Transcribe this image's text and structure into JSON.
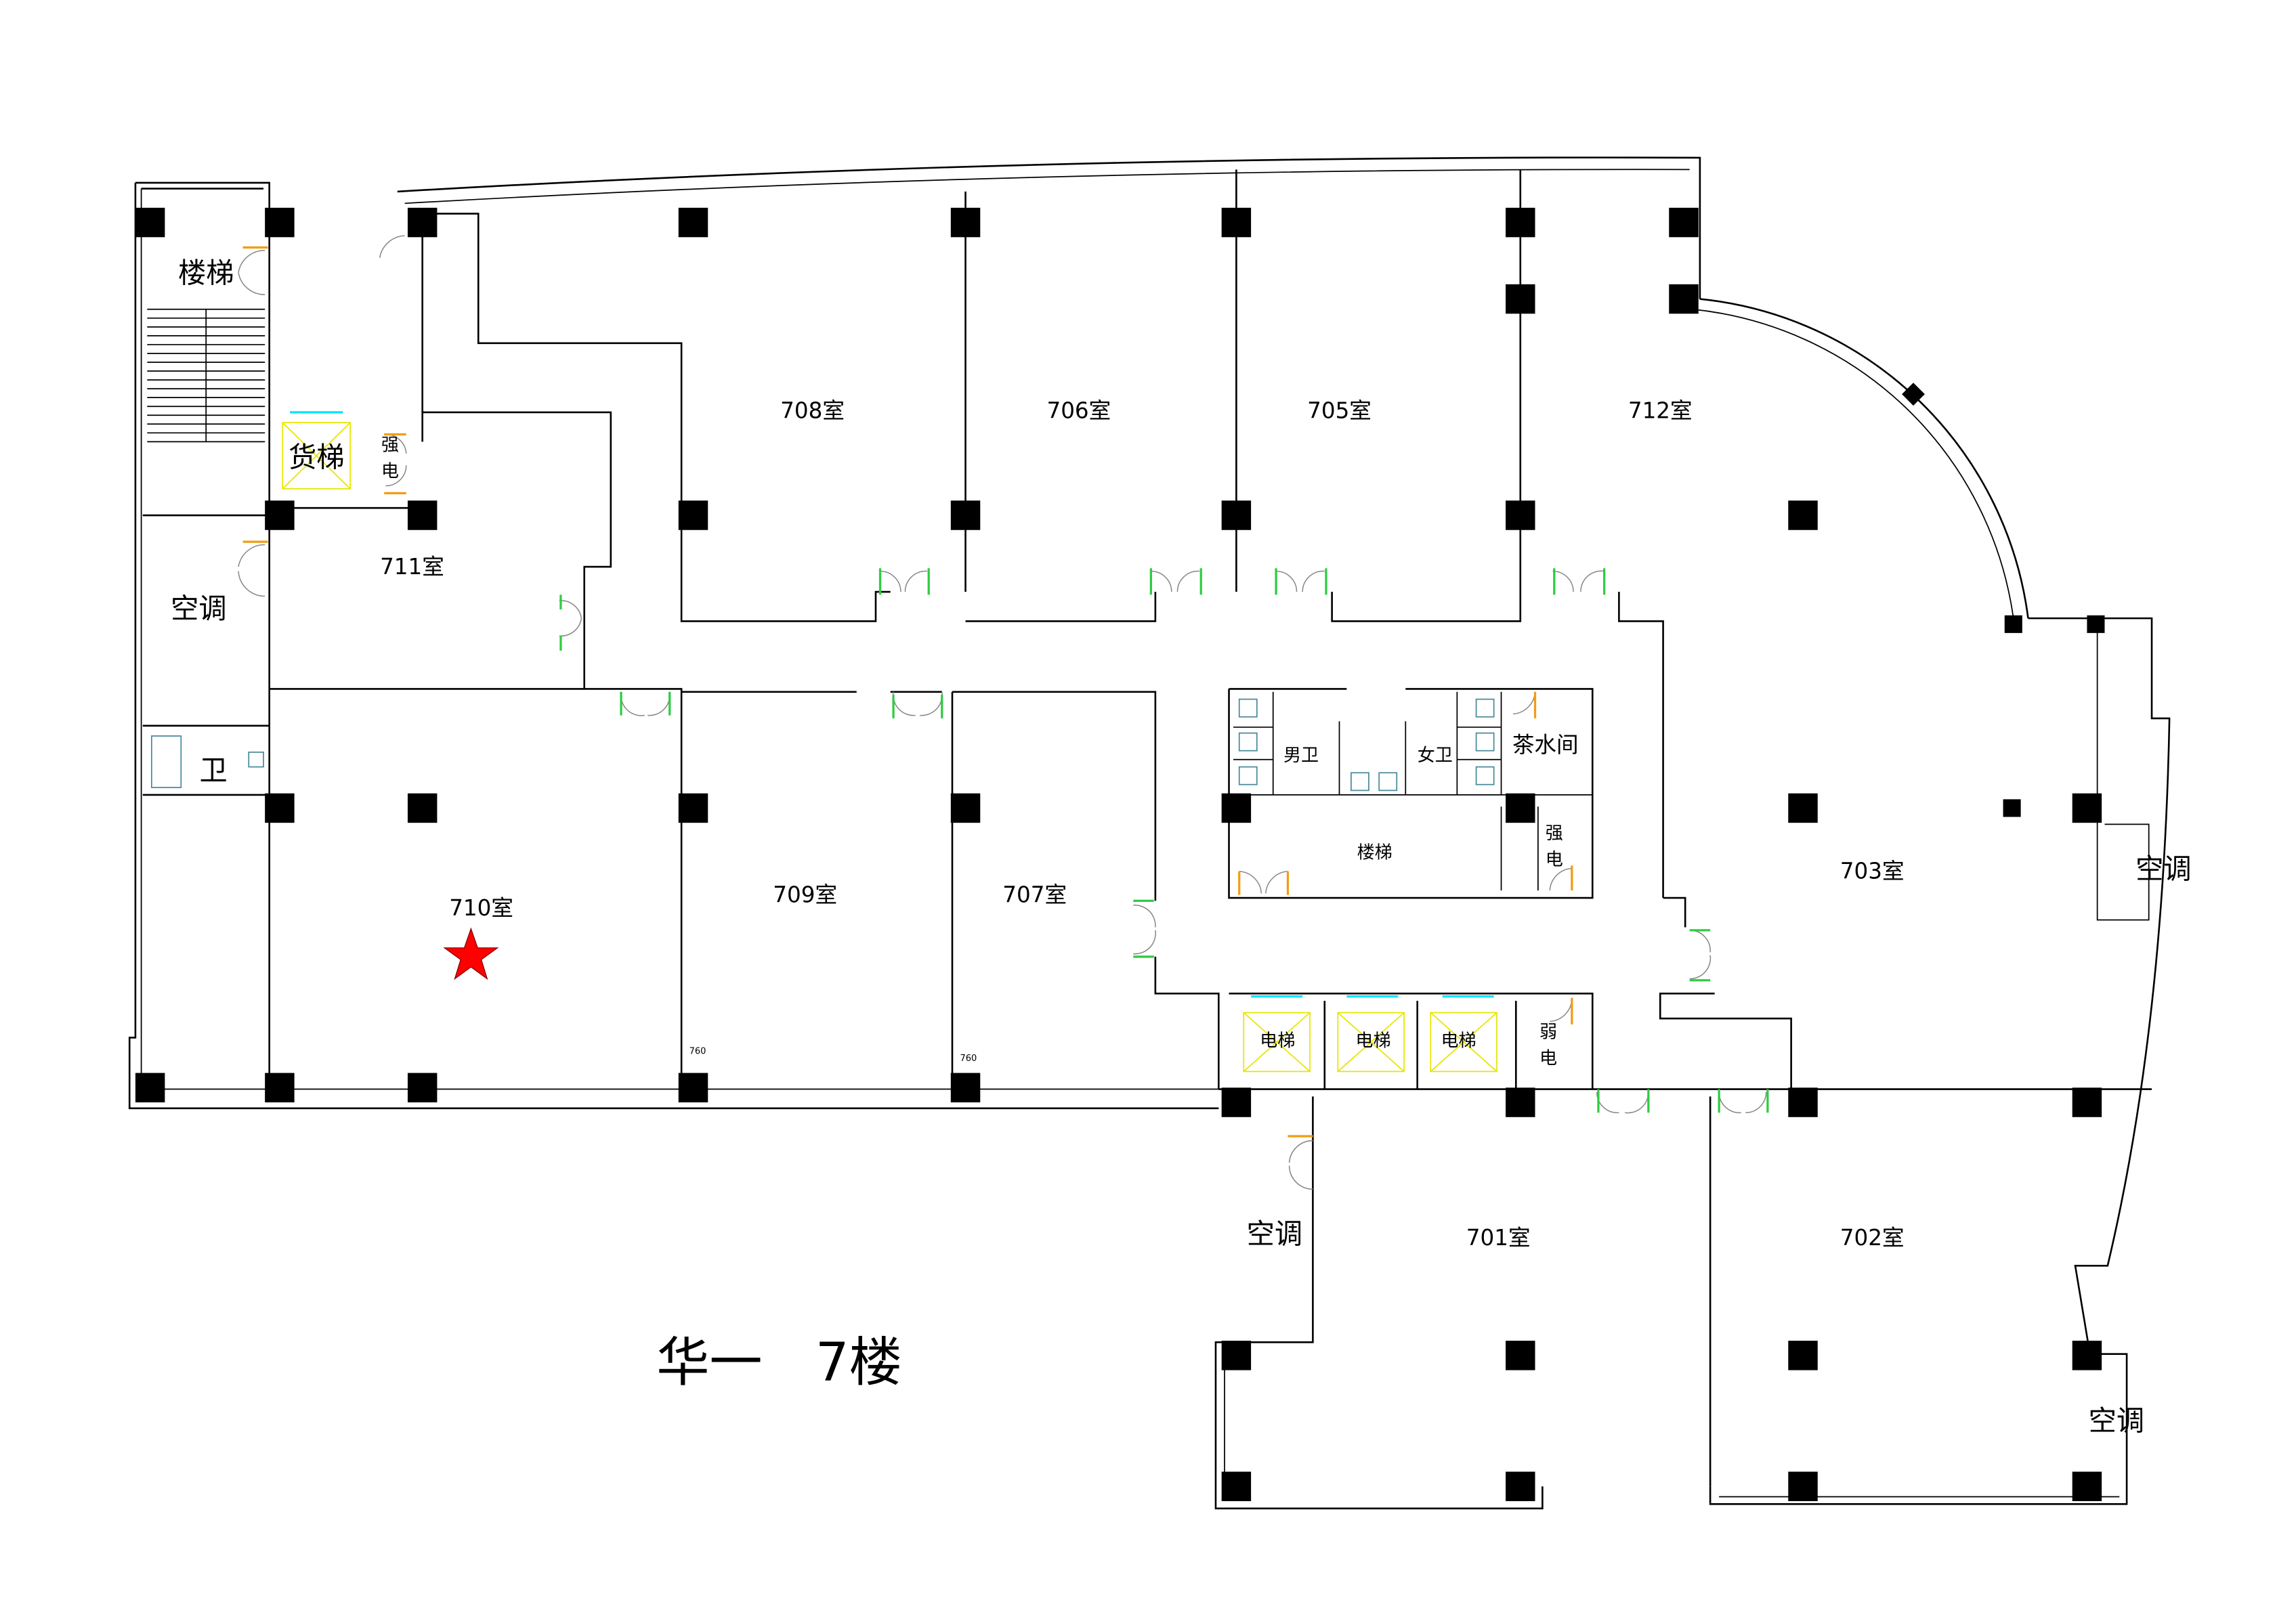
{
  "title": "华一　7楼",
  "marker": {
    "icon": "star-icon",
    "color": "#ff0000",
    "room": "710室"
  },
  "rooms": {
    "r701": "701室",
    "r702": "702室",
    "r703": "703室",
    "r705": "705室",
    "r706": "706室",
    "r707": "707室",
    "r708": "708室",
    "r709": "709室",
    "r710": "710室",
    "r711": "711室",
    "r712": "712室"
  },
  "facilities": {
    "stair_west": "楼梯",
    "freight_lift": "货梯",
    "power_west_1": "强",
    "power_west_2": "电",
    "ac_west": "空调",
    "wc_west": "卫",
    "mens_wc": "男卫",
    "womens_wc": "女卫",
    "tea_room": "茶水间",
    "stair_core": "楼梯",
    "power_core_1": "强",
    "power_core_2": "电",
    "lift_1": "电梯",
    "lift_2": "电梯",
    "lift_3": "电梯",
    "weak_1": "弱",
    "weak_2": "电",
    "ac_701": "空调",
    "ac_703": "空调",
    "ac_702": "空调"
  },
  "dimensions": {
    "d709": "760",
    "d707": "760"
  }
}
